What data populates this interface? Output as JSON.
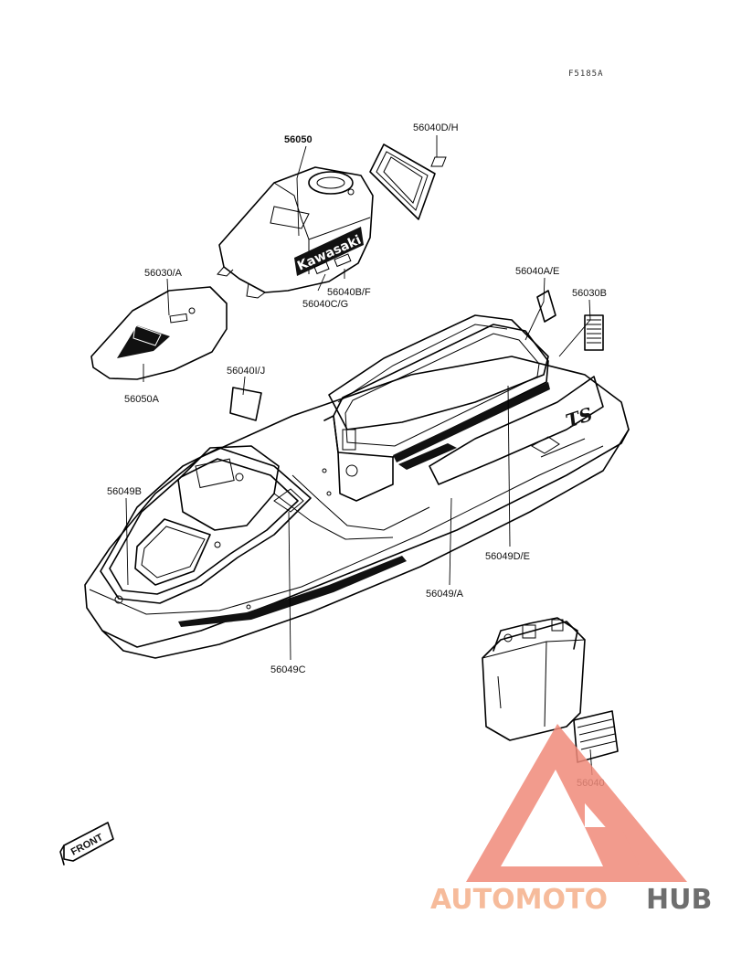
{
  "drawing_code": "F5185A",
  "front_label": "FRONT",
  "brand_text": "Kawasaki",
  "model_text": "TS",
  "parts": {
    "p56050": "56050",
    "p56040DH": "56040D/H",
    "p56030A": "56030/A",
    "p56040BF": "56040B/F",
    "p56040CG": "56040C/G",
    "p56040AE": "56040A/E",
    "p56030B": "56030B",
    "p56050A": "56050A",
    "p56040IJ": "56040I/J",
    "p56049B": "56049B",
    "p56049DE": "56049D/E",
    "p56049A": "56049/A",
    "p56049C": "56049C",
    "p56040": "56040"
  },
  "watermark": {
    "part1": "AUTOMOTO",
    "part2": "HUB",
    "color_primary": "#f08a7a",
    "color_secondary": "#f5b08a",
    "color_dark": "#555555"
  }
}
